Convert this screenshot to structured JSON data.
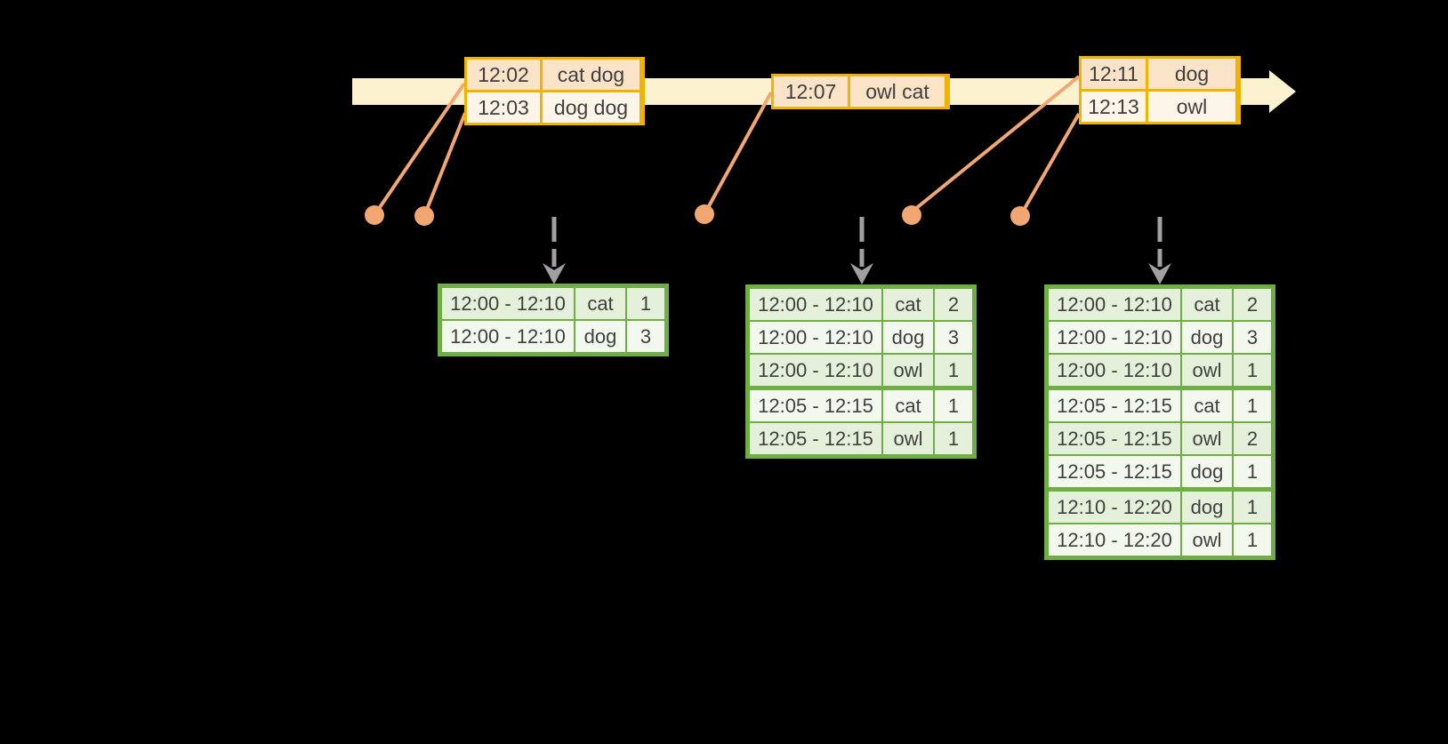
{
  "palette": {
    "background": "#000000",
    "timeline_fill": "#FCF2D0",
    "event_border": "#F0B400",
    "event_row_odd": "#FBE3C8",
    "event_row_even": "#FDF5E8",
    "dot_color": "#F2A772",
    "arrow_gray": "#A0A0A0",
    "result_border": "#6FAE44",
    "result_row_odd": "#E5F0DB",
    "result_row_even": "#F3F8EF",
    "text_color": "#3F3F3F"
  },
  "icons": {
    "timeline_arrow": "block-arrow-right",
    "event_dot": "filled-circle",
    "emit_arrow": "dashed-arrow-down"
  },
  "event_tables": [
    {
      "rows": [
        {
          "time": "12:02",
          "words": "cat dog"
        },
        {
          "time": "12:03",
          "words": "dog dog"
        }
      ]
    },
    {
      "rows": [
        {
          "time": "12:07",
          "words": "owl cat"
        }
      ]
    },
    {
      "rows": [
        {
          "time": "12:11",
          "words": "dog"
        },
        {
          "time": "12:13",
          "words": "owl"
        }
      ]
    }
  ],
  "result_tables": [
    {
      "rows": [
        {
          "window": "12:00 - 12:10",
          "word": "cat",
          "count": "1",
          "group_start": false
        },
        {
          "window": "12:00 - 12:10",
          "word": "dog",
          "count": "3",
          "group_start": false
        }
      ]
    },
    {
      "rows": [
        {
          "window": "12:00 - 12:10",
          "word": "cat",
          "count": "2",
          "group_start": false
        },
        {
          "window": "12:00 - 12:10",
          "word": "dog",
          "count": "3",
          "group_start": false
        },
        {
          "window": "12:00 - 12:10",
          "word": "owl",
          "count": "1",
          "group_start": false
        },
        {
          "window": "12:05 - 12:15",
          "word": "cat",
          "count": "1",
          "group_start": true
        },
        {
          "window": "12:05 - 12:15",
          "word": "owl",
          "count": "1",
          "group_start": false
        }
      ]
    },
    {
      "rows": [
        {
          "window": "12:00 - 12:10",
          "word": "cat",
          "count": "2",
          "group_start": false
        },
        {
          "window": "12:00 - 12:10",
          "word": "dog",
          "count": "3",
          "group_start": false
        },
        {
          "window": "12:00 - 12:10",
          "word": "owl",
          "count": "1",
          "group_start": false
        },
        {
          "window": "12:05 - 12:15",
          "word": "cat",
          "count": "1",
          "group_start": true
        },
        {
          "window": "12:05 - 12:15",
          "word": "owl",
          "count": "2",
          "group_start": false
        },
        {
          "window": "12:05 - 12:15",
          "word": "dog",
          "count": "1",
          "group_start": false
        },
        {
          "window": "12:10 - 12:20",
          "word": "dog",
          "count": "1",
          "group_start": true
        },
        {
          "window": "12:10 - 12:20",
          "word": "owl",
          "count": "1",
          "group_start": false
        }
      ]
    }
  ]
}
